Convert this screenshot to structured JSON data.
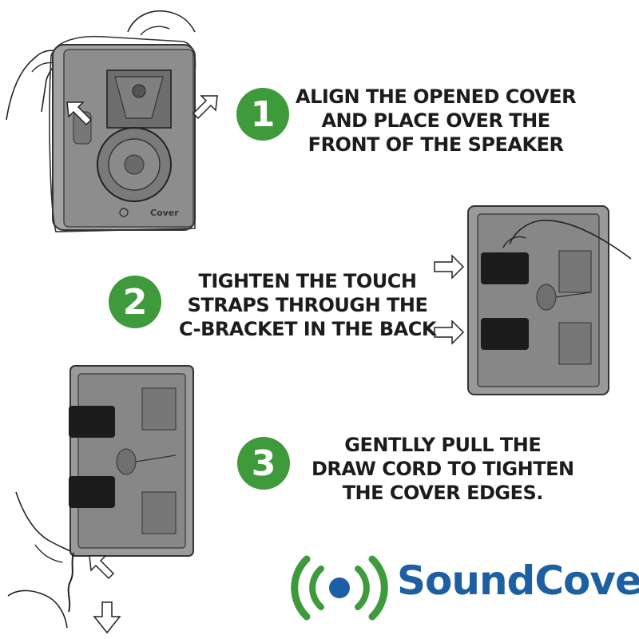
{
  "steps": [
    {
      "number": "1",
      "lines": [
        "ALIGN THE OPENED COVER",
        "AND PLACE OVER THE",
        "FRONT OF THE SPEAKER"
      ]
    },
    {
      "number": "2",
      "lines": [
        "TIGHTEN THE TOUCH",
        "STRAPS THROUGH THE",
        "C-BRACKET IN THE BACK"
      ]
    },
    {
      "number": "3",
      "lines": [
        "GENTLLY PULL THE",
        "DRAW CORD TO TIGHTEN",
        "THE COVER EDGES."
      ]
    }
  ],
  "brand": {
    "name": "SoundCover",
    "illustration_label": "Cover"
  },
  "colors": {
    "badge_green": "#3f9a3c",
    "brand_blue": "#1d5fa3",
    "brand_green": "#3f9a3c"
  }
}
